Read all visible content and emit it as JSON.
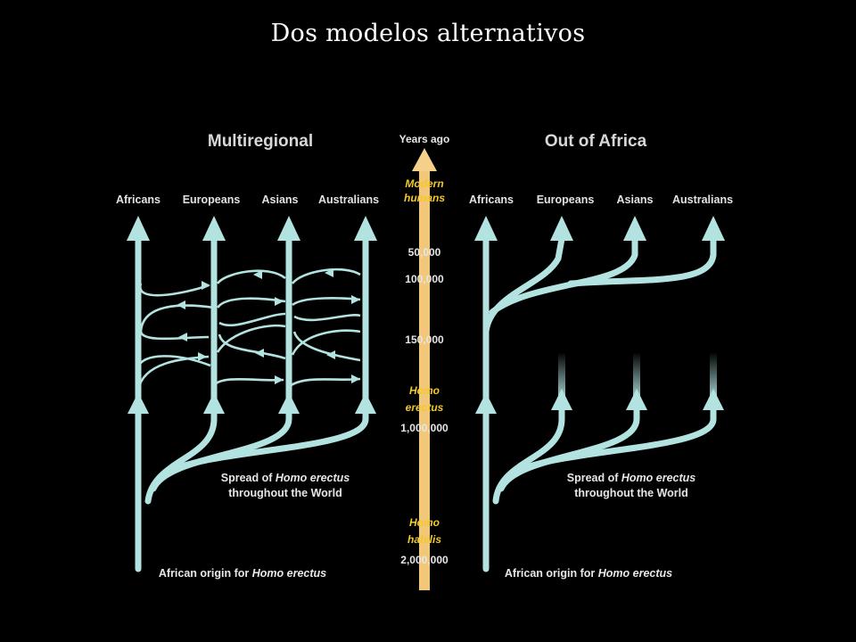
{
  "title": "Dos modelos alternativos",
  "colors": {
    "background": "#000000",
    "lineage": "#b3e3e0",
    "timeline": "#f2c77a",
    "timeline_label": "#f2c928"
  },
  "timeline": {
    "header": "Years ago",
    "modern": [
      "Modern",
      "humans"
    ],
    "t50k": "50,000",
    "t100k": "100,000",
    "t150k": "150,000",
    "erectus": [
      "Homo",
      "erectus"
    ],
    "t1m": "1,000,000",
    "habilis": [
      "Homo",
      "habilis"
    ],
    "t2m": "2,000,000"
  },
  "multiregional": {
    "title": "Multiregional",
    "populations": [
      "Africans",
      "Europeans",
      "Asians",
      "Australians"
    ],
    "spread": {
      "pre": "Spread of ",
      "species": "Homo erectus",
      "line2": "throughout the World"
    },
    "origin": {
      "pre": "African origin for ",
      "species": "Homo erectus"
    }
  },
  "out_of_africa": {
    "title": "Out of Africa",
    "populations": [
      "Africans",
      "Europeans",
      "Asians",
      "Australians"
    ],
    "spread": {
      "pre": "Spread of ",
      "species": "Homo erectus",
      "line2": "throughout the World"
    },
    "origin": {
      "pre": "African origin for ",
      "species": "Homo erectus"
    }
  }
}
